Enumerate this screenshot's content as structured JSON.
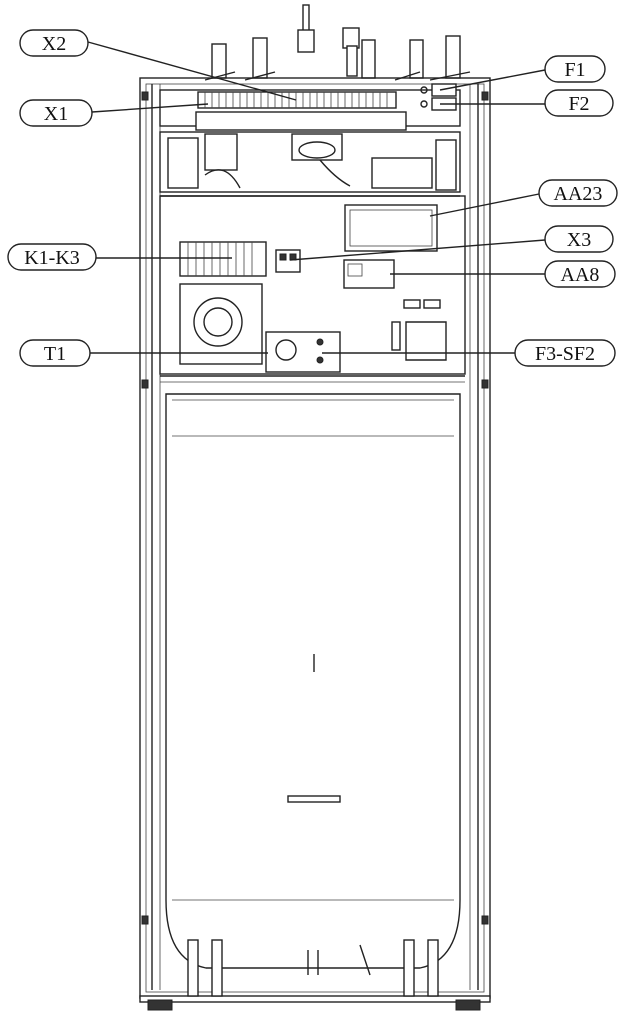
{
  "callouts": {
    "x2": "X2",
    "x1": "X1",
    "f1": "F1",
    "f2": "F2",
    "aa23": "AA23",
    "k1k3": "K1-K3",
    "x3": "X3",
    "aa8": "AA8",
    "t1": "T1",
    "f3sf2": "F3-SF2"
  },
  "colors": {
    "line": "#222222",
    "background": "#ffffff"
  }
}
